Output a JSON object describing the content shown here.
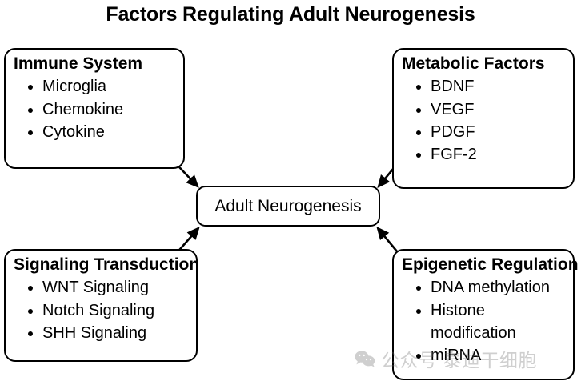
{
  "title": "Factors Regulating Adult Neurogenesis",
  "center": {
    "label": "Adult Neurogenesis"
  },
  "nodes": [
    {
      "id": "immune-system",
      "title": "Immune System",
      "items": [
        "Microglia",
        "Chemokine",
        "Cytokine"
      ]
    },
    {
      "id": "metabolic-factors",
      "title": "Metabolic Factors",
      "items": [
        "BDNF",
        "VEGF",
        "PDGF",
        "FGF-2"
      ]
    },
    {
      "id": "signaling-transduction",
      "title": "Signaling Transduction",
      "items": [
        "WNT Signaling",
        "Notch Signaling",
        "SHH Signaling"
      ]
    },
    {
      "id": "epigenetic-regulation",
      "title": "Epigenetic Regulation",
      "items": [
        "DNA methylation",
        "Histone modification",
        "miRNA"
      ]
    }
  ],
  "watermark": {
    "icon": "wechat-icon",
    "text": "公众号 泰迪干细胞"
  },
  "colors": {
    "stroke": "#000000",
    "background": "#ffffff",
    "watermark": "#6f6f6f"
  }
}
